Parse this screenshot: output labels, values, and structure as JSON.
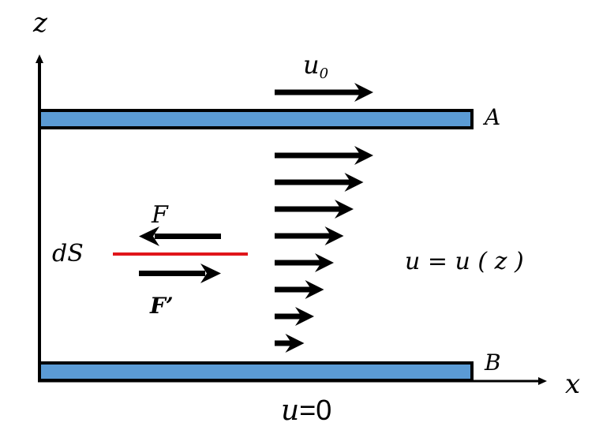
{
  "labels": {
    "z_axis": "z",
    "x_axis": "x",
    "plate_top": "A",
    "plate_bottom": "B",
    "top_velocity": "u",
    "top_velocity_sub": "0",
    "surface": "dS",
    "force_upper": "F",
    "force_lower": "F’",
    "profile": "u = u ( z )",
    "bottom_velocity_var": "u",
    "bottom_velocity_eq": "=0"
  },
  "colors": {
    "plate_fill": "#5b9bd5",
    "outline": "#000000",
    "surface_line": "#e0161b"
  },
  "velocity_profile": {
    "relative_speeds": [
      1.0,
      0.9,
      0.8,
      0.7,
      0.6,
      0.5,
      0.4,
      0.3
    ]
  },
  "top_plate_speed_relative": 1.0
}
